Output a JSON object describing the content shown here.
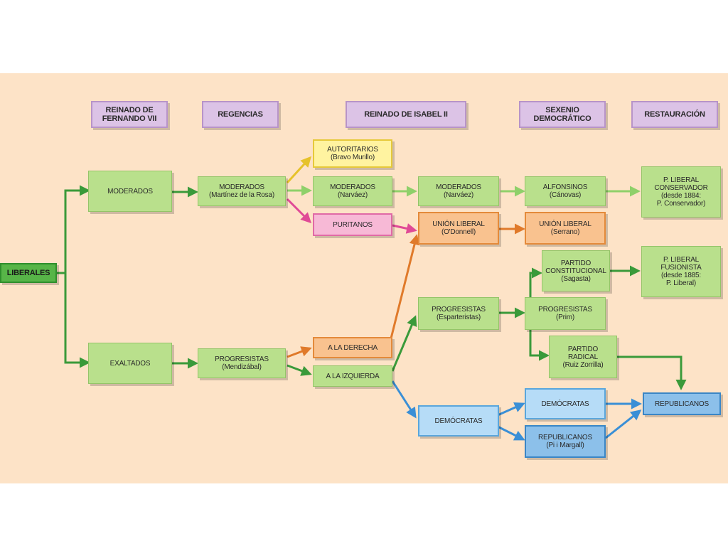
{
  "colors": {
    "panel_bg": "#fde3c7",
    "header": "#dcc3e6",
    "green": "#b9e08c",
    "dark_green_line": "#3a9a3a",
    "light_green_line": "#8fd06a",
    "orange": "#f9c28f",
    "orange_line": "#e07a2a",
    "blue": "#b6dcf7",
    "blue_line": "#3a8fd6",
    "pink": "#f7b9d6",
    "pink_line": "#e04a96",
    "yellow": "#fff3a0",
    "yellow_line": "#e6c22a",
    "liberales": "#57b548"
  },
  "headers": [
    {
      "lines": [
        "REINADO DE",
        "FERNANDO VII"
      ]
    },
    {
      "lines": [
        "REGENCIAS"
      ]
    },
    {
      "lines": [
        "REINADO DE ISABEL II"
      ]
    },
    {
      "lines": [
        "SEXENIO",
        "DEMOCRÁTICO"
      ]
    },
    {
      "lines": [
        "RESTAURACIÓN"
      ]
    }
  ],
  "nodes": {
    "liberales": {
      "lines": [
        "LIBERALES"
      ]
    },
    "moderados": {
      "lines": [
        "MODERADOS"
      ]
    },
    "exaltados": {
      "lines": [
        "EXALTADOS"
      ]
    },
    "moderados_martinez": {
      "lines": [
        "MODERADOS",
        "(Martínez de la Rosa)"
      ]
    },
    "progresistas_mendizabal": {
      "lines": [
        "PROGRESISTAS",
        "(Mendizábal)"
      ]
    },
    "autoritarios": {
      "lines": [
        "AUTORITARIOS",
        "(Bravo Murillo)"
      ]
    },
    "moderados_narvaez_1": {
      "lines": [
        "MODERADOS",
        "(Narváez)"
      ]
    },
    "puritanos": {
      "lines": [
        "PURITANOS"
      ]
    },
    "a_la_derecha": {
      "lines": [
        "A LA DERECHA"
      ]
    },
    "a_la_izquierda": {
      "lines": [
        "A LA IZQUIERDA"
      ]
    },
    "moderados_narvaez_2": {
      "lines": [
        "MODERADOS",
        "(Narváez)"
      ]
    },
    "union_liberal_odonnell": {
      "lines": [
        "UNIÓN LIBERAL",
        "(O'Donnell)"
      ]
    },
    "progresistas_esparteristas": {
      "lines": [
        "PROGRESISTAS",
        "(Esparteristas)"
      ]
    },
    "democratas_1": {
      "lines": [
        "DEMÓCRATAS"
      ]
    },
    "alfonsinos": {
      "lines": [
        "ALFONSINOS",
        "(Cánovas)"
      ]
    },
    "union_liberal_serrano": {
      "lines": [
        "UNIÓN LIBERAL",
        "(Serrano)"
      ]
    },
    "partido_constitucional": {
      "lines": [
        "PARTIDO",
        "CONSTITUCIONAL",
        "(Sagasta)"
      ]
    },
    "progresistas_prim": {
      "lines": [
        "PROGRESISTAS",
        "(Prim)"
      ]
    },
    "partido_radical": {
      "lines": [
        "PARTIDO",
        "RADICAL",
        "(Ruiz Zorrilla)"
      ]
    },
    "democratas_2": {
      "lines": [
        "DEMÓCRATAS"
      ]
    },
    "republicanos_pi": {
      "lines": [
        "REPUBLICANOS",
        "(Pi i Margall)"
      ]
    },
    "p_liberal_conservador": {
      "lines": [
        "P. LIBERAL",
        "CONSERVADOR",
        "(desde 1884:",
        "P. Conservador)"
      ]
    },
    "p_liberal_fusionista": {
      "lines": [
        "P. LIBERAL",
        "FUSIONISTA",
        "(desde 1885:",
        "P. Liberal)"
      ]
    },
    "republicanos": {
      "lines": [
        "REPUBLICANOS"
      ]
    }
  }
}
